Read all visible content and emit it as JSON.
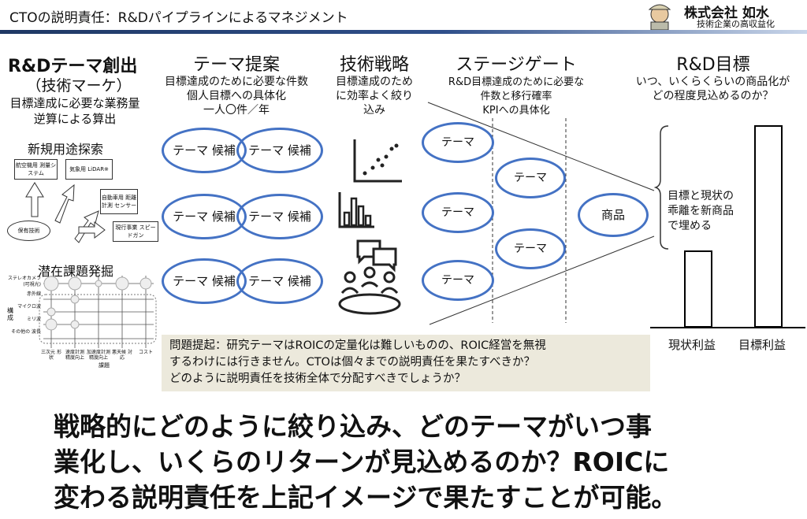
{
  "header": {
    "title": "CTOの説明責任：R&Dパイプラインによるマネジメント",
    "logo_name": "株式会社 如水",
    "logo_tagline": "技術企業の高収益化"
  },
  "col1": {
    "title": "R&Dテーマ創出",
    "title2": "（技術マーケ）",
    "sub": [
      "目標達成に必要な業務量",
      "逆算による算出"
    ],
    "explore": {
      "title": "新規用途探索",
      "center": "保有技術",
      "boxes": [
        "航空機用 測量システム",
        "気象用 LiDAR※",
        "自動車用 距離計測 センサー",
        "現行事業 スピードガン"
      ]
    },
    "latent": {
      "title": "潜在課題発掘",
      "rows": [
        "ステレオカメラ (可視光)",
        "赤外線",
        "マイクロ波",
        "ミリ波",
        "その他の 波長"
      ],
      "cols": [
        "三次元 形状",
        "速度計測 精度向上",
        "加速度計測 精度向上",
        "悪天候 対応",
        "コスト"
      ],
      "row_axis": "構成",
      "col_axis": "課題"
    }
  },
  "col2": {
    "title": "テーマ提案",
    "sub": [
      "目標達成のために必要な件数",
      "個人目標への具体化",
      "一人〇件／年"
    ],
    "candidate": "テーマ 候補"
  },
  "col3": {
    "title": "技術戦略",
    "sub": [
      "目標達成のため",
      "に効率よく絞り",
      "込み"
    ]
  },
  "col4": {
    "title": "ステージゲート",
    "sub": [
      "R&D目標達成のために必要な",
      "件数と移行確率",
      "KPIへの具体化"
    ],
    "theme": "テーマ",
    "product": "商品"
  },
  "col5": {
    "title": "R&D目標",
    "sub": [
      "いつ、いくらくらいの商品化が",
      "どの程度見込めるのか？"
    ],
    "gap": [
      "目標と現状の",
      "乖離を新商品",
      "で埋める"
    ],
    "bars": [
      {
        "label": "現状利益",
        "value": 0.38
      },
      {
        "label": "目標利益",
        "value": 1.0
      }
    ]
  },
  "problem": [
    "問題提起：研究テーマはROICの定量化は難しいものの、ROIC経営を無視",
    "するわけには行きません。CTOは個々までの説明責任を果たすべきか？",
    "どのように説明責任を技術全体で分配すべきでしょうか？"
  ],
  "conclusion": [
    "戦略的にどのように絞り込み、どのテーマがいつ事",
    "業化し、いくらのリターンが見込めるのか？ROICに",
    "変わる説明責任を上記イメージで果たすことが可能。"
  ]
}
